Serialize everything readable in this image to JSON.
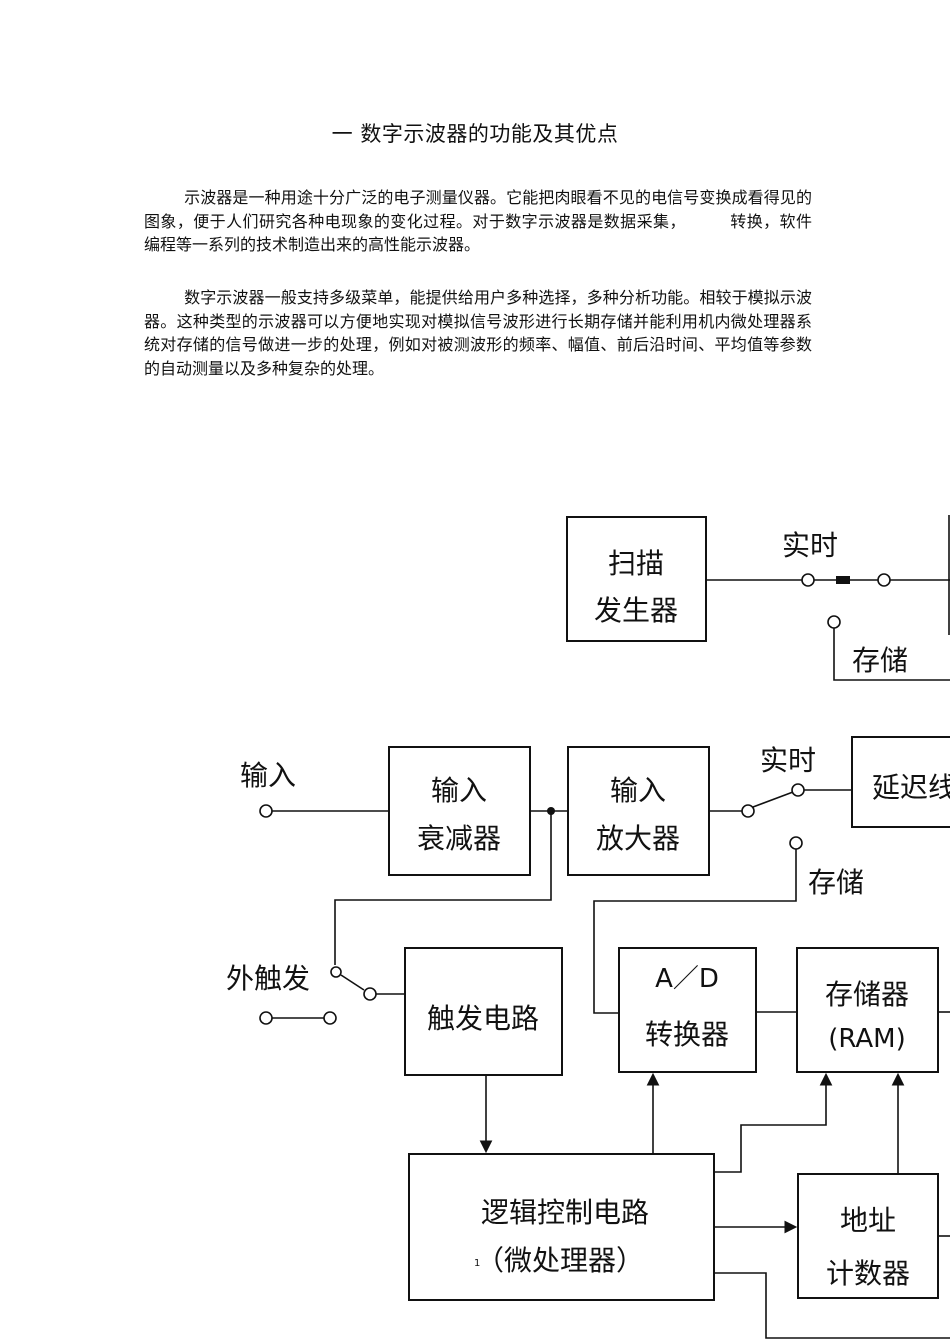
{
  "document": {
    "title": "一 数字示波器的功能及其优点",
    "paragraph_1": {
      "part_a": "示波器是一种用途十分广泛的电子测量仪器。它能把肉眼看不见的电信号变换成看得见的图象，便于人们研究各种电现象的变化过程。对于数字示波器是数据采集，",
      "part_b": "转换，软件编程等一系列的技术制造出来的高性能示波器。"
    },
    "paragraph_2": "数字示波器一般支持多级菜单，能提供给用户多种选择，多种分析功能。相较于模拟示波器。这种类型的示波器可以方便地实现对模拟信号波形进行长期存储并能利用机内微处理器系统对存储的信号做进一步的处理，例如对被测波形的频率、幅值、前后沿时间、平均值等参数的自动测量以及多种复杂的处理。"
  },
  "diagram": {
    "sweep_generator": [
      "扫描",
      "发生器"
    ],
    "label_realtime_top": "实时",
    "label_storage_top": "存储",
    "label_input": "输入",
    "input_attenuator": [
      "输入",
      "衰减器"
    ],
    "input_amplifier": [
      "输入",
      "放大器"
    ],
    "label_realtime_mid": "实时",
    "delay_line": "延迟线",
    "label_storage_mid": "存储",
    "label_ext_trigger": "外触发",
    "trigger_circuit": "触发电路",
    "adc": [
      "A／D",
      "转换器"
    ],
    "memory": [
      "存储器",
      "(RAM)"
    ],
    "logic_control": [
      "逻辑控制电路",
      "（微处理器）"
    ],
    "logic_mark": "1",
    "address_counter": [
      "地址",
      "计数器"
    ]
  }
}
